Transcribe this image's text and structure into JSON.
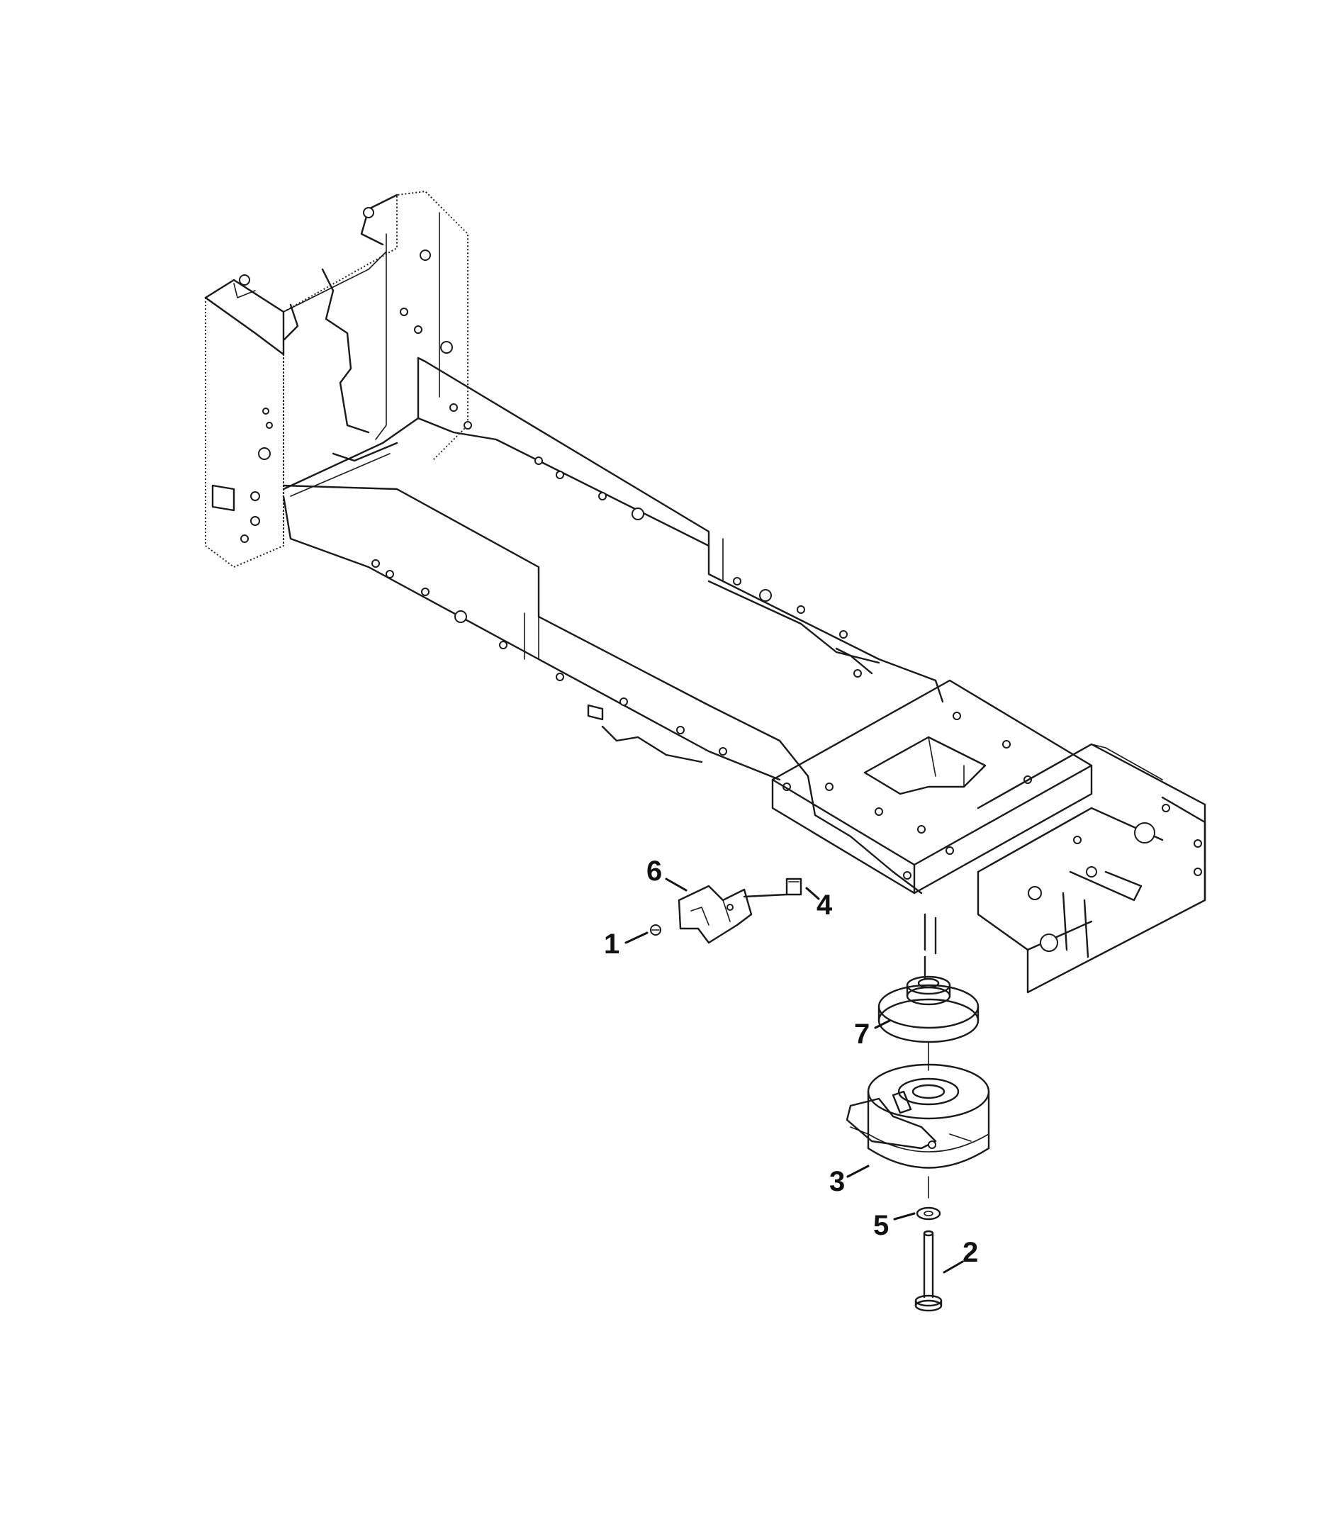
{
  "callouts": [
    {
      "id": "callout-1",
      "text": "1"
    },
    {
      "id": "callout-2",
      "text": "2"
    },
    {
      "id": "callout-3",
      "text": "3"
    },
    {
      "id": "callout-4",
      "text": "4"
    },
    {
      "id": "callout-5",
      "text": "5"
    },
    {
      "id": "callout-6",
      "text": "6"
    },
    {
      "id": "callout-7",
      "text": "7"
    }
  ],
  "colors": {
    "line": "#1a1a1a",
    "background": "#ffffff"
  }
}
